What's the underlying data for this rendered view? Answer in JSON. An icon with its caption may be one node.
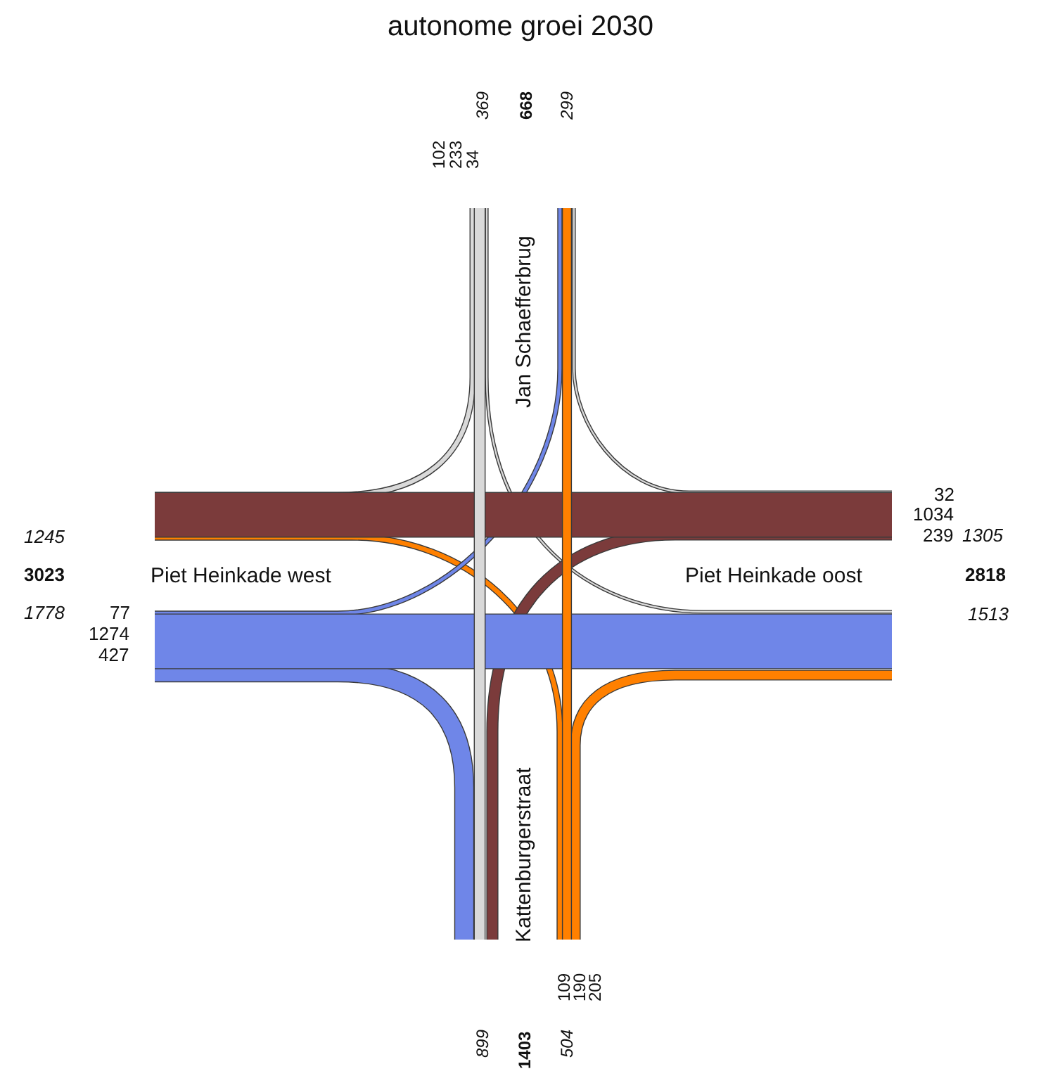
{
  "diagram": {
    "title": "autonome groei 2030",
    "labels": [
      "369",
      "668",
      "299",
      "102",
      "233",
      "34",
      "Jan Schaefferbrug",
      "32",
      "1034",
      "1245",
      "239",
      "1305",
      "3023",
      "Piet Heinkade west",
      "Piet Heinkade oost",
      "2818",
      "1778",
      "77",
      "1513",
      "1274",
      "427",
      "Kattenburgerstraat",
      "109",
      "190",
      "205",
      "899",
      "1403",
      "504"
    ]
  }
}
